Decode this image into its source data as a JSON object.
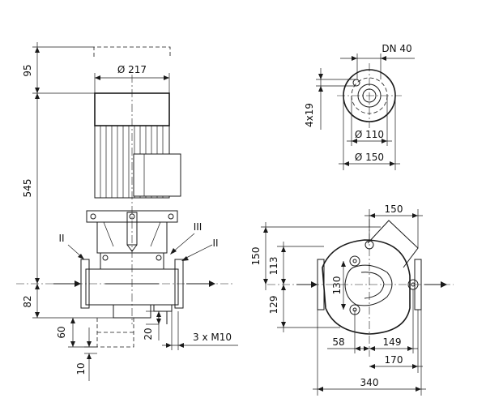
{
  "front_view": {
    "dims": {
      "top_clearance": "95",
      "motor_diameter": "Ø 217",
      "height": "545",
      "base_height": "82",
      "foot_height": "60",
      "foot_offset": "10",
      "bolt_offset": "20",
      "bolts": "3 x M10"
    },
    "labels": {
      "left_flange": "II",
      "right_flange": "II",
      "port": "III"
    }
  },
  "flange_view": {
    "dims": {
      "nominal": "DN 40",
      "holes": "4x19",
      "pitch_diameter": "Ø 110",
      "outer_diameter": "Ø 150"
    }
  },
  "top_view": {
    "dims": {
      "width_top": "150",
      "height_upper": "150",
      "height_mid": "113",
      "vertical_130": "130",
      "height_lower": "129",
      "left_58": "58",
      "right_149": "149",
      "right_170": "170",
      "overall_340": "340"
    }
  }
}
